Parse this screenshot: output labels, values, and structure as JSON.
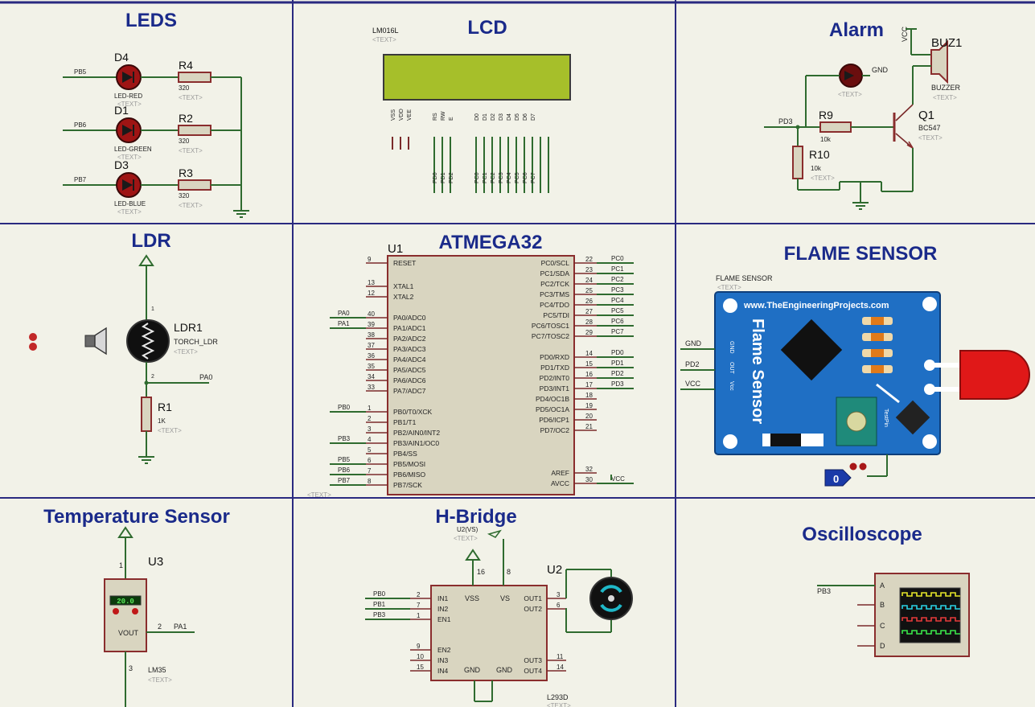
{
  "sections": {
    "leds": "LEDS",
    "lcd": "LCD",
    "alarm": "Alarm",
    "ldr": "LDR",
    "atmega": "ATMEGA32",
    "flame": "FLAME SENSOR",
    "temp": "Temperature Sensor",
    "hbridge": "H-Bridge",
    "osc": "Oscilloscope"
  },
  "text_placeholder": "<TEXT>",
  "leds": {
    "rows": [
      {
        "net": "PB5",
        "diode": "D4",
        "diode_type": "LED-RED",
        "res": "R4",
        "value": "320",
        "color": "#9e1414"
      },
      {
        "net": "PB6",
        "diode": "D1",
        "diode_type": "LED-GREEN",
        "res": "R2",
        "value": "320",
        "color": "#9e1414"
      },
      {
        "net": "PB7",
        "diode": "D3",
        "diode_type": "LED-BLUE",
        "res": "R3",
        "value": "320",
        "color": "#9e1414"
      }
    ]
  },
  "lcd": {
    "model": "LM016L",
    "screen_color": "#a6bf2a",
    "pins": [
      "VSS",
      "VDD",
      "VEE",
      "RS",
      "RW",
      "E",
      "D0",
      "D1",
      "D2",
      "D3",
      "D4",
      "D5",
      "D6",
      "D7"
    ],
    "nets": [
      "PD0",
      "PD1",
      "PD2",
      "PC0",
      "PC1",
      "PC2",
      "PC3",
      "PC4",
      "PC5",
      "PC6",
      "PC7"
    ]
  },
  "alarm": {
    "buzzer": "BUZ1",
    "buzzer_type": "BUZZER",
    "vcc": "VCC",
    "gnd": "GND",
    "transistor": "Q1",
    "transistor_type": "BC547",
    "r9": "R9",
    "r9_value": "10k",
    "r10": "R10",
    "r10_value": "10k",
    "net": "PD3"
  },
  "ldr": {
    "name": "LDR1",
    "type": "TORCH_LDR",
    "r": "R1",
    "r_value": "1K",
    "net": "PA0",
    "pin1": "1",
    "pin2": "2"
  },
  "mcu": {
    "name": "U1",
    "left_pins": [
      {
        "num": "9",
        "name": "RESET",
        "net": ""
      },
      {
        "num": "13",
        "name": "XTAL1",
        "net": ""
      },
      {
        "num": "12",
        "name": "XTAL2",
        "net": ""
      },
      {
        "num": "40",
        "name": "PA0/ADC0",
        "net": "PA0"
      },
      {
        "num": "39",
        "name": "PA1/ADC1",
        "net": "PA1"
      },
      {
        "num": "38",
        "name": "PA2/ADC2",
        "net": ""
      },
      {
        "num": "37",
        "name": "PA3/ADC3",
        "net": ""
      },
      {
        "num": "36",
        "name": "PA4/ADC4",
        "net": ""
      },
      {
        "num": "35",
        "name": "PA5/ADC5",
        "net": ""
      },
      {
        "num": "34",
        "name": "PA6/ADC6",
        "net": ""
      },
      {
        "num": "33",
        "name": "PA7/ADC7",
        "net": ""
      },
      {
        "num": "1",
        "name": "PB0/T0/XCK",
        "net": "PB0"
      },
      {
        "num": "2",
        "name": "PB1/T1",
        "net": ""
      },
      {
        "num": "3",
        "name": "PB2/AIN0/INT2",
        "net": ""
      },
      {
        "num": "4",
        "name": "PB3/AIN1/OC0",
        "net": "PB3"
      },
      {
        "num": "5",
        "name": "PB4/SS",
        "net": ""
      },
      {
        "num": "6",
        "name": "PB5/MOSI",
        "net": "PB5"
      },
      {
        "num": "7",
        "name": "PB6/MISO",
        "net": "PB6"
      },
      {
        "num": "8",
        "name": "PB7/SCK",
        "net": "PB7"
      }
    ],
    "right_pins": [
      {
        "num": "22",
        "name": "PC0/SCL",
        "net": "PC0"
      },
      {
        "num": "23",
        "name": "PC1/SDA",
        "net": "PC1"
      },
      {
        "num": "24",
        "name": "PC2/TCK",
        "net": "PC2"
      },
      {
        "num": "25",
        "name": "PC3/TMS",
        "net": "PC3"
      },
      {
        "num": "26",
        "name": "PC4/TDO",
        "net": "PC4"
      },
      {
        "num": "27",
        "name": "PC5/TDI",
        "net": "PC5"
      },
      {
        "num": "28",
        "name": "PC6/TOSC1",
        "net": "PC6"
      },
      {
        "num": "29",
        "name": "PC7/TOSC2",
        "net": "PC7"
      },
      {
        "num": "14",
        "name": "PD0/RXD",
        "net": "PD0"
      },
      {
        "num": "15",
        "name": "PD1/TXD",
        "net": "PD1"
      },
      {
        "num": "16",
        "name": "PD2/INT0",
        "net": "PD2"
      },
      {
        "num": "17",
        "name": "PD3/INT1",
        "net": "PD3"
      },
      {
        "num": "18",
        "name": "PD4/OC1B",
        "net": ""
      },
      {
        "num": "19",
        "name": "PD5/OC1A",
        "net": ""
      },
      {
        "num": "20",
        "name": "PD6/ICP1",
        "net": ""
      },
      {
        "num": "21",
        "name": "PD7/OC2",
        "net": ""
      },
      {
        "num": "32",
        "name": "AREF",
        "net": ""
      },
      {
        "num": "30",
        "name": "AVCC",
        "net": "VCC"
      }
    ]
  },
  "flame": {
    "label": "FLAME SENSOR",
    "url": "www.TheEngineeringProjects.com",
    "board_text": "Flame Sensor",
    "pins": [
      "GND",
      "OUT",
      "Vcc"
    ],
    "nets": [
      "GND",
      "PD2",
      "VCC"
    ],
    "testpin": "TestPin",
    "probe": "0",
    "board_color": "#1f6fc4"
  },
  "temp": {
    "name": "U3",
    "type": "LM35",
    "reading": "20.0",
    "vout": "VOUT",
    "net": "PA1",
    "pin1": "1",
    "pin2": "2",
    "pin3": "3"
  },
  "hbridge": {
    "chip": "L293D",
    "motor": "U2",
    "vs_label": "U2(VS)",
    "pins_left": [
      {
        "num": "2",
        "name": "IN1",
        "net": "PB0"
      },
      {
        "num": "7",
        "name": "IN2",
        "net": "PB1"
      },
      {
        "num": "1",
        "name": "EN1",
        "net": "PB3"
      },
      {
        "num": "9",
        "name": "EN2",
        "net": ""
      },
      {
        "num": "10",
        "name": "IN3",
        "net": ""
      },
      {
        "num": "15",
        "name": "IN4",
        "net": ""
      }
    ],
    "pins_right": [
      {
        "num": "3",
        "name": "OUT1"
      },
      {
        "num": "6",
        "name": "OUT2"
      },
      {
        "num": "11",
        "name": "OUT3"
      },
      {
        "num": "14",
        "name": "OUT4"
      }
    ],
    "top_pins": [
      {
        "num": "16",
        "name": "VSS"
      },
      {
        "num": "8",
        "name": "VS"
      }
    ],
    "bottom": [
      "GND",
      "GND"
    ]
  },
  "osc": {
    "net": "PB3",
    "channels": [
      "A",
      "B",
      "C",
      "D"
    ],
    "trace_colors": [
      "#e6e62a",
      "#2ad2e6",
      "#e63a3a",
      "#3ae64a"
    ]
  }
}
